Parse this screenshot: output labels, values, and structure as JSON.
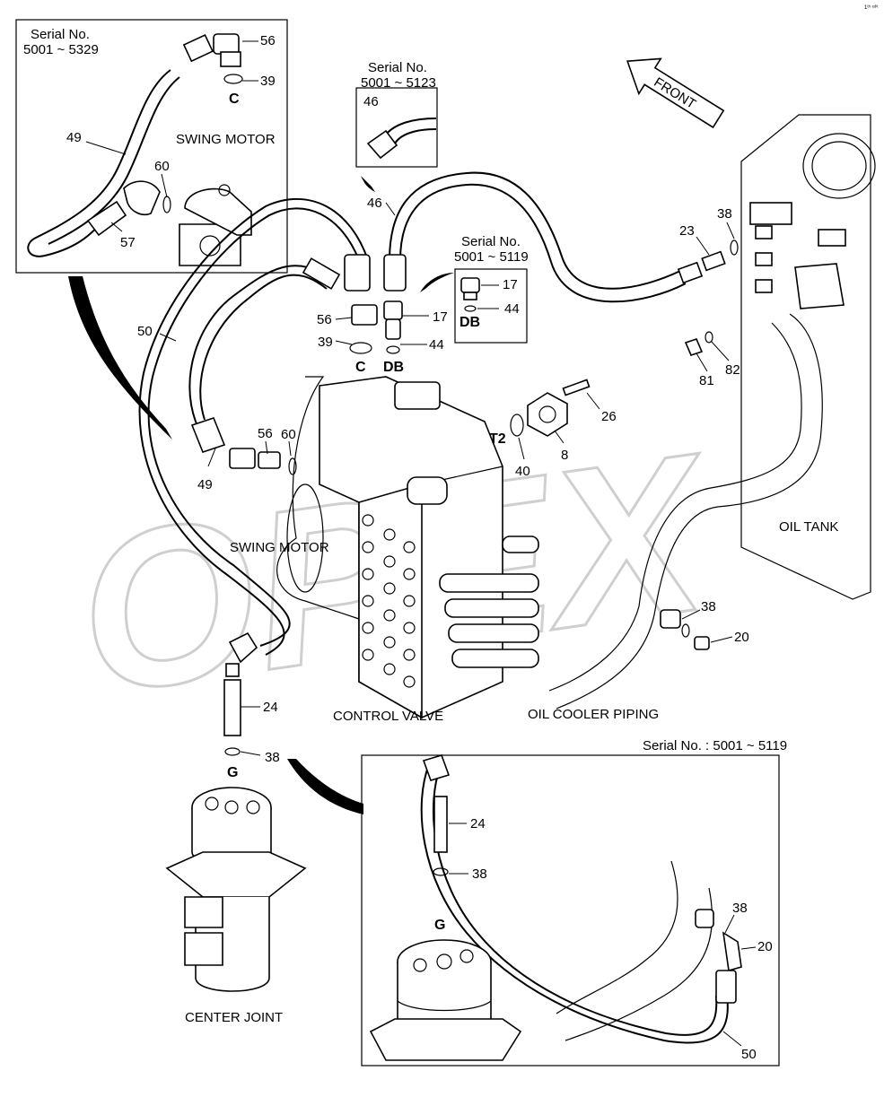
{
  "corner_mark": "1ᵗʰ ᵉᵈⁱᵗ",
  "watermark": "OPEX",
  "front_arrow_label": "FRONT",
  "insets": {
    "swing_motor": {
      "serial_title": "Serial No.",
      "serial_range": "5001 ~ 5329",
      "component": "SWING MOTOR",
      "port": "C",
      "callouts": [
        "56",
        "39",
        "49",
        "60",
        "57"
      ]
    },
    "hose_46": {
      "serial_title": "Serial No.",
      "serial_range": "5001 ~ 5123",
      "callouts": [
        "46"
      ]
    },
    "port_db": {
      "serial_title": "Serial No.",
      "serial_range": "5001 ~ 5119",
      "port": "DB",
      "callouts": [
        "17",
        "44"
      ]
    },
    "center_joint": {
      "serial_label": "Serial No. : 5001 ~ 5119",
      "port": "G",
      "callouts": [
        "24",
        "38",
        "38",
        "20",
        "50"
      ]
    }
  },
  "main": {
    "components": {
      "swing_motor": "SWING MOTOR",
      "control_valve": "CONTROL VALVE",
      "oil_cooler": "OIL COOLER PIPING",
      "oil_tank": "OIL TANK",
      "center_joint": "CENTER JOINT"
    },
    "ports": {
      "c": "C",
      "db": "DB",
      "t2": "T2",
      "g": "G"
    },
    "callouts": {
      "c46": "46",
      "c50": "50",
      "c56a": "56",
      "c39": "39",
      "c17": "17",
      "c44": "44",
      "c49": "49",
      "c56b": "56",
      "c60": "60",
      "c23": "23",
      "c38a": "38",
      "c81": "81",
      "c82": "82",
      "c26": "26",
      "c8": "8",
      "c40": "40",
      "c38b": "38",
      "c20": "20",
      "c24": "24",
      "c38c": "38"
    }
  }
}
